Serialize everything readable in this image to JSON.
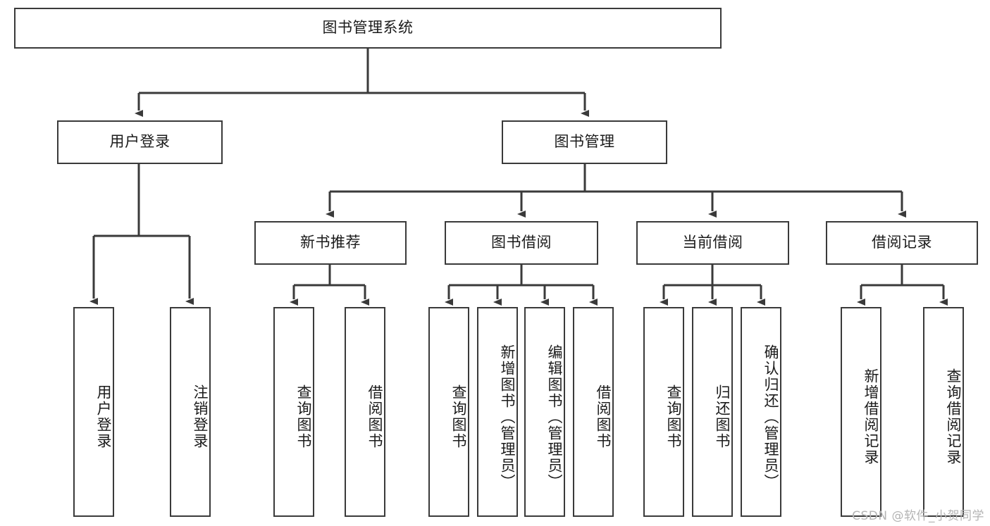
{
  "diagram": {
    "title": "图书管理系统",
    "root": {
      "id": "root",
      "label": "图书管理系统"
    },
    "level2": [
      {
        "id": "user-login",
        "label": "用户登录"
      },
      {
        "id": "book-manage",
        "label": "图书管理"
      }
    ],
    "level3": [
      {
        "id": "new-book-recommend",
        "label": "新书推荐"
      },
      {
        "id": "book-borrow",
        "label": "图书借阅"
      },
      {
        "id": "current-borrow",
        "label": "当前借阅"
      },
      {
        "id": "borrow-record",
        "label": "借阅记录"
      }
    ],
    "leaves": [
      {
        "id": "leaf-user-login",
        "label": "用户登录",
        "parent": "user-login"
      },
      {
        "id": "leaf-logout-login",
        "label": "注销登录",
        "parent": "user-login"
      },
      {
        "id": "leaf-query-book-1",
        "label": "查询图书",
        "parent": "new-book-recommend"
      },
      {
        "id": "leaf-borrow-book-1",
        "label": "借阅图书",
        "parent": "new-book-recommend"
      },
      {
        "id": "leaf-query-book-2",
        "label": "查询图书",
        "parent": "book-borrow"
      },
      {
        "id": "leaf-add-book",
        "label": "新增图书（管理员）",
        "parent": "book-borrow"
      },
      {
        "id": "leaf-edit-book",
        "label": "编辑图书（管理员）",
        "parent": "book-borrow"
      },
      {
        "id": "leaf-borrow-book-2",
        "label": "借阅图书",
        "parent": "book-borrow"
      },
      {
        "id": "leaf-query-book-3",
        "label": "查询图书",
        "parent": "current-borrow"
      },
      {
        "id": "leaf-return-book",
        "label": "归还图书",
        "parent": "current-borrow"
      },
      {
        "id": "leaf-confirm-return",
        "label": "确认归还（管理员）",
        "parent": "current-borrow"
      },
      {
        "id": "leaf-add-record",
        "label": "新增借阅记录",
        "parent": "borrow-record"
      },
      {
        "id": "leaf-query-record",
        "label": "查询借阅记录",
        "parent": "borrow-record"
      }
    ],
    "colors": {
      "stroke": "#3a3a3a",
      "fill": "#ffffff",
      "text": "#1b1b1b",
      "watermark": "#b4b4b4"
    }
  },
  "watermark": {
    "text": "CSDN @软件_小贺同学"
  }
}
